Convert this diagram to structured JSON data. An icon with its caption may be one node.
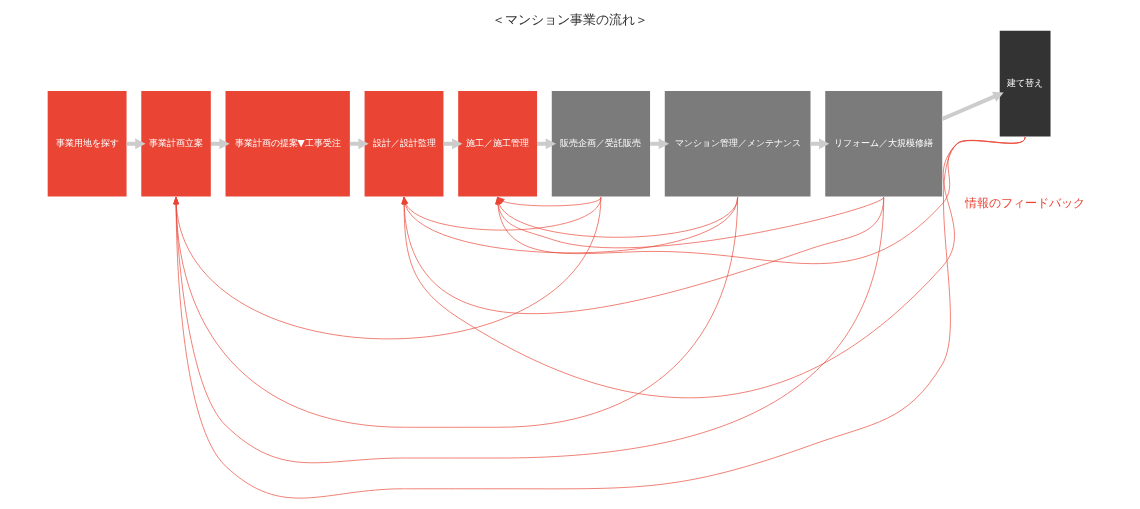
{
  "diagram": {
    "title": "＜マンション事業の流れ＞",
    "nodes": [
      {
        "text": [
          "事業用地を探す"
        ]
      },
      {
        "text": [
          "事業計画立案"
        ]
      },
      {
        "text": [
          "事業計画の提案▼工事受注"
        ]
      },
      {
        "text": [
          "設計／設計監理"
        ]
      },
      {
        "text": [
          "施工／施工管理"
        ]
      },
      {
        "text": [
          "販売企画／受託販売"
        ]
      },
      {
        "text": [
          "マンション管理／メンテナンス"
        ]
      },
      {
        "text": [
          "リフォーム／大規模修繕"
        ]
      },
      {
        "text": [
          "建て替え"
        ]
      }
    ],
    "edges": [
      {
        "from": 0,
        "to": 1,
        "arrow": "to",
        "style": "thick",
        "color": "#cccccc"
      },
      {
        "from": 1,
        "to": 2,
        "arrow": "to",
        "style": "thick",
        "color": "#cccccc"
      },
      {
        "from": 2,
        "to": 3,
        "arrow": "to",
        "style": "thick",
        "color": "#cccccc"
      },
      {
        "from": 3,
        "to": 4,
        "arrow": "to",
        "style": "thick",
        "color": "#cccccc"
      },
      {
        "from": 4,
        "to": 5,
        "arrow": "to",
        "style": "thick",
        "color": "#cccccc"
      },
      {
        "from": 5,
        "to": 6,
        "arrow": "to",
        "style": "thick",
        "color": "#cccccc"
      },
      {
        "from": 6,
        "to": 7,
        "arrow": "to",
        "style": "thick",
        "color": "#cccccc"
      },
      {
        "from": 7,
        "to": 8,
        "arrow": "to",
        "style": "thick",
        "color": "#cccccc"
      },
      {
        "from": 5,
        "to": 1,
        "arrow": "to"
      },
      {
        "from": 5,
        "to": 3,
        "arrow": "to"
      },
      {
        "from": 5,
        "to": 4,
        "arrow": "to"
      },
      {
        "from": 6,
        "to": 1,
        "arrow": "to"
      },
      {
        "from": 6,
        "to": 3,
        "arrow": "to"
      },
      {
        "from": 6,
        "to": 4,
        "arrow": "to"
      },
      {
        "from": 7,
        "to": 1,
        "arrow": "to"
      },
      {
        "from": 7,
        "to": 3,
        "arrow": "to"
      },
      {
        "from": 7,
        "to": 4,
        "arrow": "to"
      },
      {
        "from": 8,
        "to": 1,
        "arrow": "to"
      },
      {
        "from": 8,
        "to": 3,
        "arrow": "to"
      },
      {
        "from": 8,
        "to": 4,
        "arrow": "to"
      }
    ],
    "labels": [
      "情報のフィードバック"
    ]
  }
}
